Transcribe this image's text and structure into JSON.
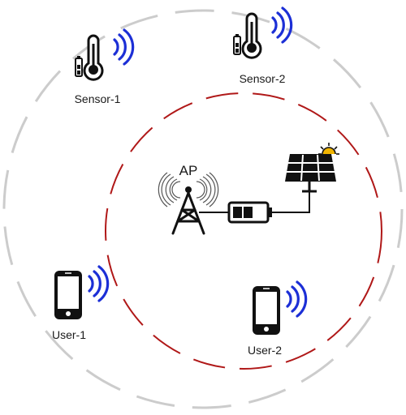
{
  "nodes": {
    "sensor1": {
      "label": "Sensor-1",
      "icon": "thermometer-icon"
    },
    "sensor2": {
      "label": "Sensor-2",
      "icon": "thermometer-icon"
    },
    "user1": {
      "label": "User-1",
      "icon": "smartphone-icon"
    },
    "user2": {
      "label": "User-2",
      "icon": "smartphone-icon"
    },
    "ap": {
      "label": "AP",
      "icon": "antenna-tower-icon"
    }
  },
  "components": {
    "battery": "battery-icon",
    "solar_panel": "solar-panel-icon",
    "sun": "sun-icon",
    "wifi": "wireless-signal-icon"
  },
  "colors": {
    "outer_ring": "#cccccc",
    "inner_ring": "#b01818",
    "signal": "#1c2fd6",
    "stroke": "#111111"
  }
}
